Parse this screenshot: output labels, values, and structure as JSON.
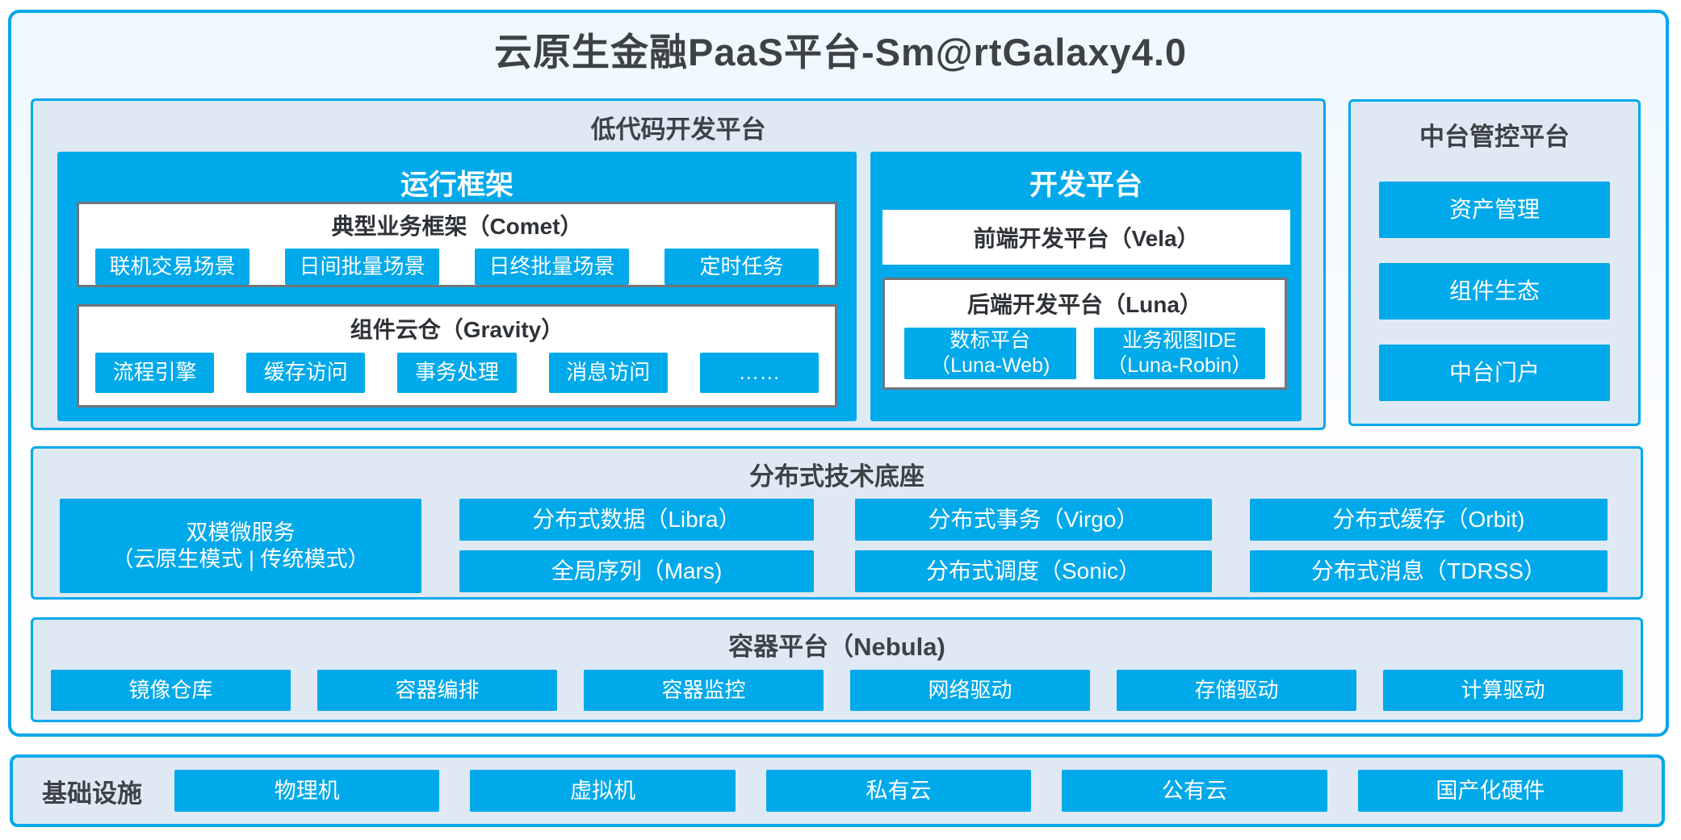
{
  "title": "云原生金融PaaS平台-Sm@rtGalaxy4.0",
  "colors": {
    "accent_blue": "#00a9ea",
    "panel_bg": "#dfe9f4",
    "text_dark": "#3d4247",
    "gray_border": "#71767c",
    "button_text": "#ffffff"
  },
  "low_code": {
    "title": "低代码开发平台",
    "runtime": {
      "title": "运行框架",
      "comet": {
        "title": "典型业务框架（Comet）",
        "items": [
          "联机交易场景",
          "日间批量场景",
          "日终批量场景",
          "定时任务"
        ]
      },
      "gravity": {
        "title": "组件云仓（Gravity）",
        "items": [
          "流程引擎",
          "缓存访问",
          "事务处理",
          "消息访问",
          "……"
        ]
      }
    },
    "dev": {
      "title": "开发平台",
      "vela": "前端开发平台（Vela）",
      "luna": {
        "title": "后端开发平台（Luna）",
        "items": [
          {
            "line1": "数标平台",
            "line2": "（Luna-Web)"
          },
          {
            "line1": "业务视图IDE",
            "line2": "（Luna-Robin）"
          }
        ]
      }
    }
  },
  "mid_platform": {
    "title": "中台管控平台",
    "items": [
      "资产管理",
      "组件生态",
      "中台门户"
    ]
  },
  "distributed": {
    "title": "分布式技术底座",
    "dual_mode": {
      "line1": "双模微服务",
      "line2": "（云原生模式 | 传统模式）"
    },
    "row1": [
      "分布式数据（Libra）",
      "分布式事务（Virgo）",
      "分布式缓存（Orbit)"
    ],
    "row2": [
      "全局序列（Mars)",
      "分布式调度（Sonic）",
      "分布式消息（TDRSS）"
    ]
  },
  "container_platform": {
    "title": "容器平台（Nebula)",
    "items": [
      "镜像仓库",
      "容器编排",
      "容器监控",
      "网络驱动",
      "存储驱动",
      "计算驱动"
    ]
  },
  "infrastructure": {
    "title": "基础设施",
    "items": [
      "物理机",
      "虚拟机",
      "私有云",
      "公有云",
      "国产化硬件"
    ]
  }
}
